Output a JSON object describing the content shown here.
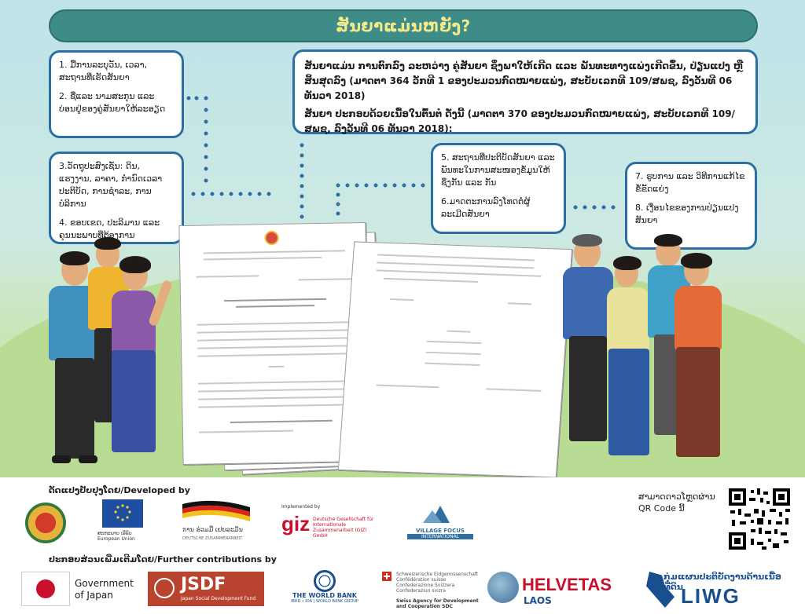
{
  "title": "ສັນຍາແມ່ນຫຍັງ?",
  "definition": {
    "line1": "ສັນຍາແມ່ນ ການຕົກລົງ ລະຫວ່າງ ຄູ່ສັນຍາ ຊຶ່ງພາໃຫ້ເກີດ ແລະ ພັນທະທາງແພ່ງເກີດຂຶ້ນ, ປ່ຽນແປງ ຫຼື ສິ້ນສຸດລົງ (ມາດຕາ 364 ວັກທີ 1 ຂອງປະມວນກົດໝາຍແພ່ງ, ສະບັບເລກທີ 109/ສພຊ, ລົງວັນທີ 06 ທັນວາ 2018)",
    "line2": "ສັນຍາ ປະກອບດ້ວຍເນື້ອໃນຕົ້ນຕໍ ດັ່ງນີ້ (ມາດຕາ 370 ຂອງປະມວນກົດໝາຍແພ່ງ, ສະບັບເລກທີ 109/ສພຊ, ລົງວັນທີ 06 ທັນວາ 2018):"
  },
  "bubbles": {
    "b1": {
      "item1": "1. ມື້ການລະບຸວັນ, ເວລາ, ສະຖານທີ່ເຮັດສັນຍາ",
      "item2": "2. ຊື່ແລະ ນາມສະກຸນ ແລະ ບ່ອນຢູ່ຂອງຄູ່ສັນຍາໃຫ້ລະອຽດ"
    },
    "b2": {
      "item3": "3.ວັດຖຸປະສົງເຊັ່ນ: ດິນ, ແຮງງານ, ລາຄາ, ກຳນົດເວລາປະຕິບັດ, ການຊຳລະ, ການບໍລິການ",
      "item4": "4. ຂອບເຂດ, ປະລິມານ ແລະ ຄຸນນະພາບທີ່ຕ້ອງການ"
    },
    "b3": {
      "item5": "5. ສະຖານທີ່ປະຕິບັດສັນຍາ ແລະ ພັນທະໃນການສະໜອງຂໍ້ມູນໃຫ້ຊຶ່ງກັນ ແລະ ກັນ",
      "item6": "6.ມາດຕະການລົງໂທດຕໍ່ຜູ້ລະເມີດສັນຍາ"
    },
    "b4": {
      "item7": "7. ຮູບການ ແລະ ວິທີການແກ້ໄຂຂໍ້ຂັດແຍ່ງ",
      "item8": "8. ເງື່ອນໄຂຂອງການປ່ຽນແປງສັນຍາ"
    }
  },
  "footer": {
    "developed_by": "ດັດແປງປັບປຸງໂດຍ/Developed by",
    "contributions": "ປະກອບສ່ວນເພີ່ມເຕີມໂດຍ/Further contributions by",
    "qr_text": "ສາມາດດາວໂຫຼດຜ່ານ QR Code ນີ້",
    "eu": "ສະຫະພາບ ເອີຣົບ\nEuropean Union",
    "german": "ການ ຮ່ວມມື ເຢຍລະມັນ",
    "german_sub": "DEUTSCHE ZUSAMMENARBEIT",
    "giz_impl": "Implemented by",
    "giz": "giz",
    "giz_sub": "Deutsche Gesellschaft für Internationale Zusammenarbeit (GIZ) GmbH",
    "village_focus": "VILLAGE FOCUS",
    "vf_int": "INTERNATIONAL",
    "japan": "Government of Japan",
    "jsdf": "JSDF",
    "jsdf_sub": "Japan Social Development Fund",
    "worldbank": "THE WORLD BANK",
    "worldbank_sub": "IBRD • IDA | WORLD BANK GROUP",
    "swiss1": "Schweizerische Eidgenossenschaft",
    "swiss2": "Confédération suisse",
    "swiss3": "Confederazione Svizzera",
    "swiss4": "Confederaziun svizra",
    "swiss5": "Swiss Agency for Development",
    "swiss6": "and Cooperation SDC",
    "helvetas": "HELVETAS",
    "helvetas_sub": "LAOS",
    "livwg_lao": "ກຸ່ມແຜນປະຕິບັດງານດ້ານເນື້ອທີ່ດິນ",
    "livwg": "LIWG"
  },
  "colors": {
    "title_bg": "#3e8c87",
    "title_text": "#f6e98a",
    "bubble_border": "#2b6fa3",
    "dots": "#2b6fa3"
  }
}
